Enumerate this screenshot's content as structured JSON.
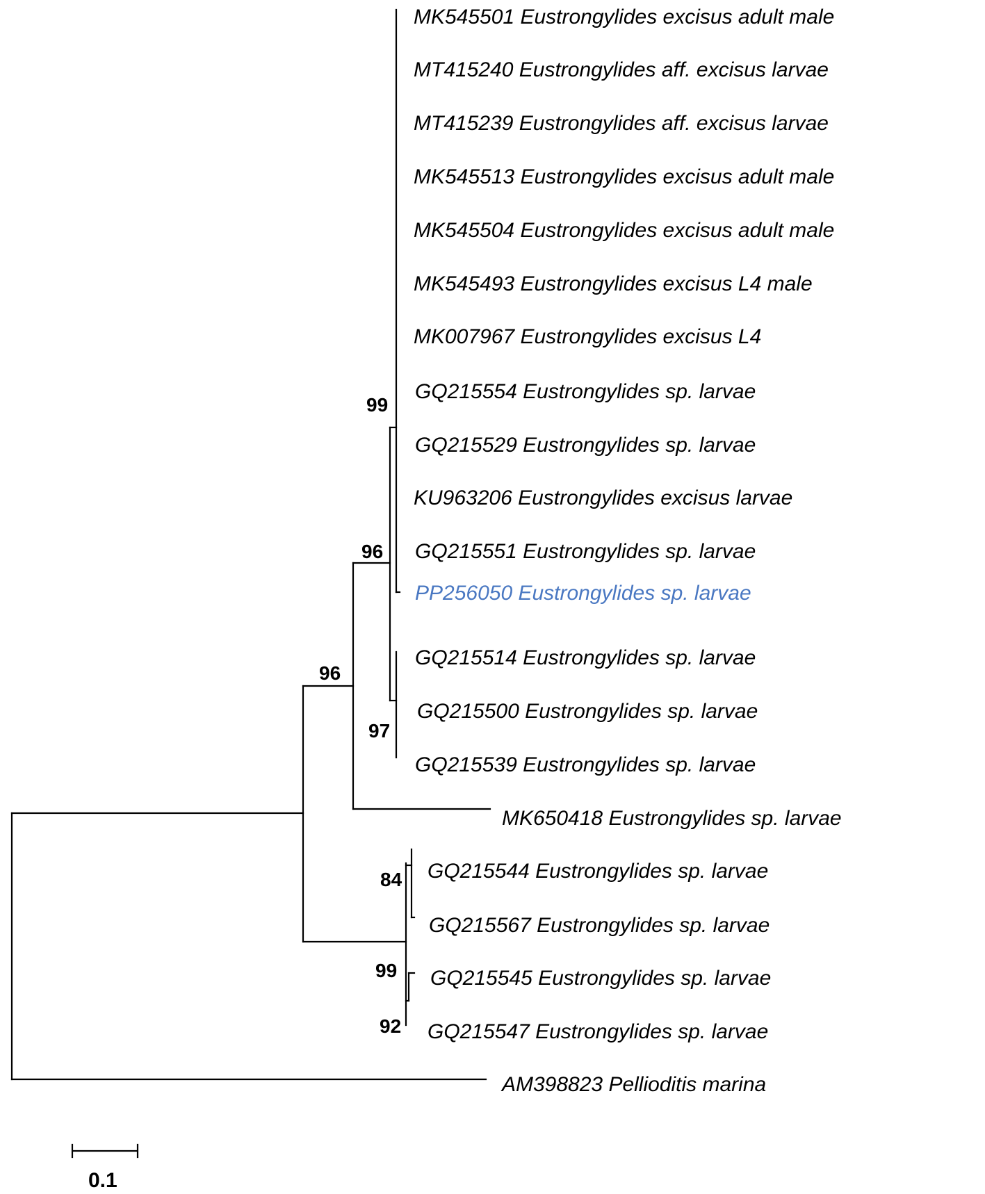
{
  "tree": {
    "taxa": [
      {
        "label": "MK545501 Eustrongylides excisus adult male",
        "color": "#000000",
        "highlighted": false
      },
      {
        "label": "MT415240 Eustrongylides aff. excisus larvae",
        "color": "#000000",
        "highlighted": false
      },
      {
        "label": "MT415239 Eustrongylides aff. excisus larvae",
        "color": "#000000",
        "highlighted": false
      },
      {
        "label": "MK545513 Eustrongylides excisus adult male",
        "color": "#000000",
        "highlighted": false
      },
      {
        "label": "MK545504 Eustrongylides excisus adult male",
        "color": "#000000",
        "highlighted": false
      },
      {
        "label": "MK545493 Eustrongylides excisus L4 male",
        "color": "#000000",
        "highlighted": false
      },
      {
        "label": "MK007967 Eustrongylides excisus L4",
        "color": "#000000",
        "highlighted": false
      },
      {
        "label": "GQ215554 Eustrongylides sp. larvae",
        "color": "#000000",
        "highlighted": false
      },
      {
        "label": "GQ215529 Eustrongylides sp. larvae",
        "color": "#000000",
        "highlighted": false
      },
      {
        "label": "KU963206 Eustrongylides excisus larvae",
        "color": "#000000",
        "highlighted": false
      },
      {
        "label": "GQ215551 Eustrongylides sp. larvae",
        "color": "#000000",
        "highlighted": false
      },
      {
        "label": "PP256050 Eustrongylides sp. larvae",
        "color": "#4a78c2",
        "highlighted": true
      },
      {
        "label": "GQ215514 Eustrongylides sp. larvae",
        "color": "#000000",
        "highlighted": false
      },
      {
        "label": "GQ215500 Eustrongylides sp. larvae",
        "color": "#000000",
        "highlighted": false
      },
      {
        "label": "GQ215539 Eustrongylides sp. larvae",
        "color": "#000000",
        "highlighted": false
      },
      {
        "label": "MK650418 Eustrongylides sp. larvae",
        "color": "#000000",
        "highlighted": false
      },
      {
        "label": "GQ215544 Eustrongylides sp. larvae",
        "color": "#000000",
        "highlighted": false
      },
      {
        "label": "GQ215567 Eustrongylides sp. larvae",
        "color": "#000000",
        "highlighted": false
      },
      {
        "label": "GQ215545 Eustrongylides sp. larvae",
        "color": "#000000",
        "highlighted": false
      },
      {
        "label": "GQ215547 Eustrongylides sp. larvae",
        "color": "#000000",
        "highlighted": false
      },
      {
        "label": "AM398823 Pellioditis marina",
        "color": "#000000",
        "highlighted": false
      }
    ],
    "bootstrap_values": [
      "99",
      "96",
      "96",
      "97",
      "84",
      "99",
      "92"
    ]
  },
  "scale_bar": {
    "label": "0.1",
    "value": 0.1
  }
}
